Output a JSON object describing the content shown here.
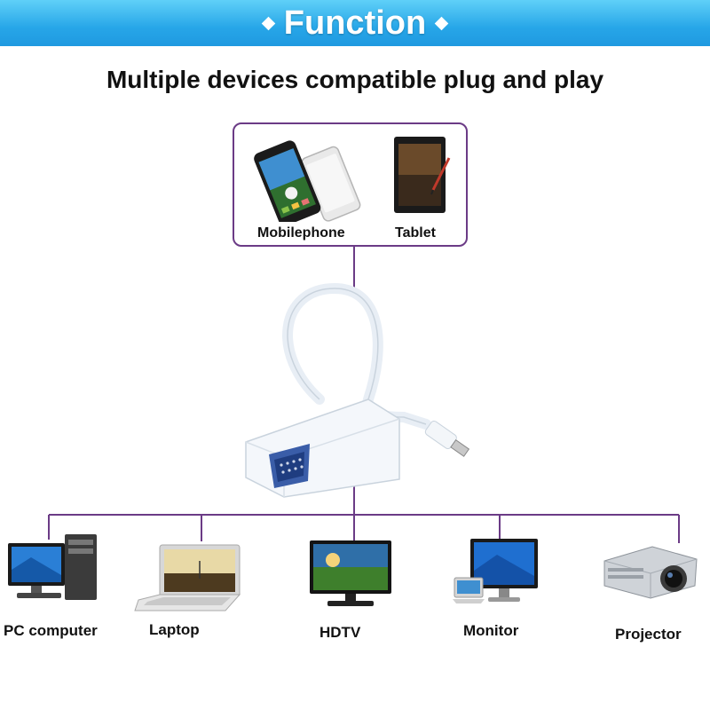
{
  "banner": {
    "title": "Function"
  },
  "subtitle": "Multiple devices compatible plug and play",
  "sources": [
    {
      "label": "Mobilephone"
    },
    {
      "label": "Tablet"
    }
  ],
  "targets": [
    {
      "label": "PC computer"
    },
    {
      "label": "Laptop"
    },
    {
      "label": "HDTV"
    },
    {
      "label": "Monitor"
    },
    {
      "label": "Projector"
    }
  ],
  "colors": {
    "banner": "#27a6e8",
    "connector_line": "#6b3b86",
    "text": "#111111"
  }
}
